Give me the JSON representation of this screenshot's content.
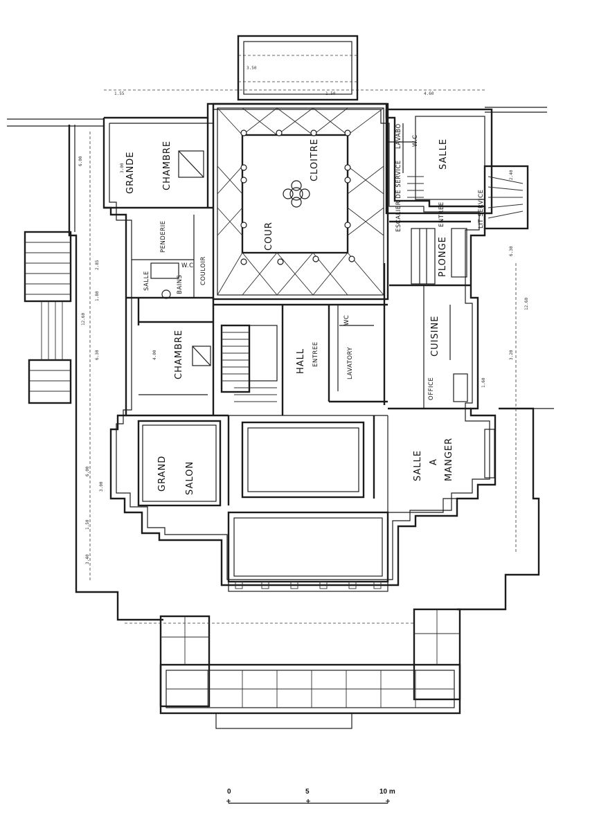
{
  "rooms": {
    "grande_chambre_1": "GRANDE",
    "grande_chambre_2": "CHAMBRE",
    "penderie": "PENDERIE",
    "couloir": "COULOIR",
    "salle_bains_1": "SALLE",
    "salle_bains_2": "BAINS",
    "wc_left": "W.C",
    "cour": "COUR",
    "cloitre": "CLOITRE",
    "lavabo": "LAVABO",
    "wc_service": "W.C",
    "escalier_service": "ESCALIER DE SERVICE",
    "salle_right": "SALLE",
    "lit_service": "LIT SERVICE",
    "entrees": "ENTREE",
    "plonge": "PLONGE",
    "chambre": "CHAMBRE",
    "hall": "HALL",
    "entree": "ENTREE",
    "wc_center": "WC",
    "lavatory": "LAVATORY",
    "cuisine": "CUISINE",
    "office": "OFFICE",
    "grand_salon_1": "GRAND",
    "grand_salon_2": "SALON",
    "salle_manger_1": "SALLE",
    "salle_manger_2": "A",
    "salle_manger_3": "MANGER"
  },
  "dimensions": {
    "d1": "1.55",
    "d2": "1.50",
    "d3": "4.60",
    "d4": "3.50",
    "d5": "6.00",
    "d6": "3.00",
    "d7": "12.60",
    "d8": "6.30",
    "d9": "2.85",
    "d10": "1.80",
    "d11": "4.00",
    "d12": "6.00",
    "d13": "3.40",
    "d14": "1.50",
    "d15": "3.00",
    "d16": "2.40",
    "d17": "12.60",
    "d18": "6.30",
    "d19": "3.20",
    "d20": "1.60"
  },
  "scale": {
    "label_0": "0",
    "label_5": "5",
    "label_10": "10 m"
  }
}
